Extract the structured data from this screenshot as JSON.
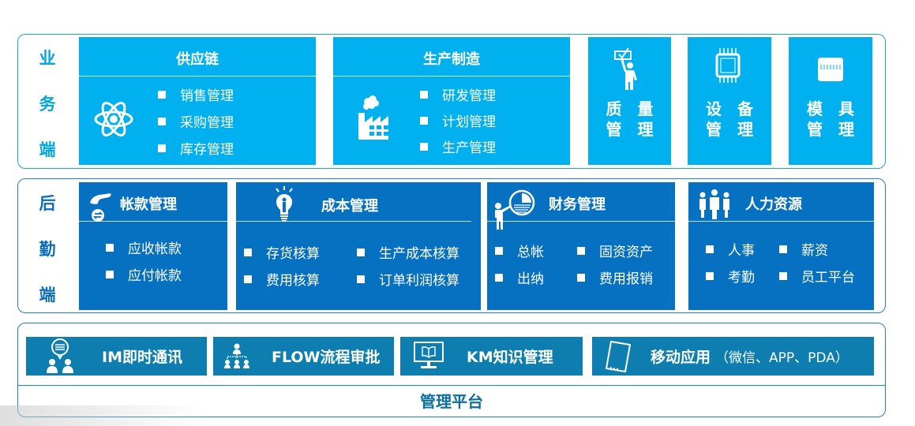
{
  "colors": {
    "business_block": "#00b0ef",
    "business_frame": "#17a7de",
    "backend_block": "#0670c1",
    "backend_frame": "#2b7cc2",
    "platform_block": "#0e7eb0",
    "platform_frame": "#1f86b8",
    "text_light": "#ffffff"
  },
  "business": {
    "side_label": [
      "业",
      "务",
      "端"
    ],
    "supply_chain": {
      "title": "供应链",
      "icon": "atom-icon",
      "items": [
        "销售管理",
        "采购管理",
        "库存管理"
      ]
    },
    "manufacturing": {
      "title": "生产制造",
      "icon": "factory-icon",
      "items": [
        "研发管理",
        "计划管理",
        "生产管理"
      ]
    },
    "quality": {
      "icon": "person-checklist-icon",
      "label_row1": [
        "质",
        "量"
      ],
      "label_row2": [
        "管",
        "理"
      ]
    },
    "equipment": {
      "icon": "chip-icon",
      "label_row1": [
        "设",
        "备"
      ],
      "label_row2": [
        "管",
        "理"
      ]
    },
    "mold": {
      "icon": "mold-icon",
      "label_row1": [
        "模",
        "具"
      ],
      "label_row2": [
        "管",
        "理"
      ]
    }
  },
  "backend": {
    "side_label": [
      "后",
      "勤",
      "端"
    ],
    "accounts": {
      "title": "帐款管理",
      "icon": "hand-money-icon",
      "items": [
        "应收帐款",
        "应付帐款"
      ]
    },
    "cost": {
      "title": "成本管理",
      "icon": "lightbulb-icon",
      "items": [
        "存货核算",
        "生产成本核算",
        "费用核算",
        "订单利润核算"
      ]
    },
    "finance": {
      "title": "财务管理",
      "icon": "presenter-chart-icon",
      "items": [
        "总帐",
        "固资资产",
        "出纳",
        "费用报销"
      ]
    },
    "hr": {
      "title": "人力资源",
      "icon": "people-group-icon",
      "items": [
        "人事",
        "薪资",
        "考勤",
        "员工平台"
      ]
    }
  },
  "platform": {
    "footer": "管理平台",
    "modules": [
      {
        "label": "IM即时通讯",
        "icon": "chat-users-icon"
      },
      {
        "label": "FLOW流程审批",
        "icon": "org-chart-icon"
      },
      {
        "label": "KM知识管理",
        "icon": "monitor-book-icon"
      },
      {
        "label": "移动应用",
        "note": "（微信、APP、PDA）",
        "icon": "tablet-icon"
      }
    ]
  }
}
